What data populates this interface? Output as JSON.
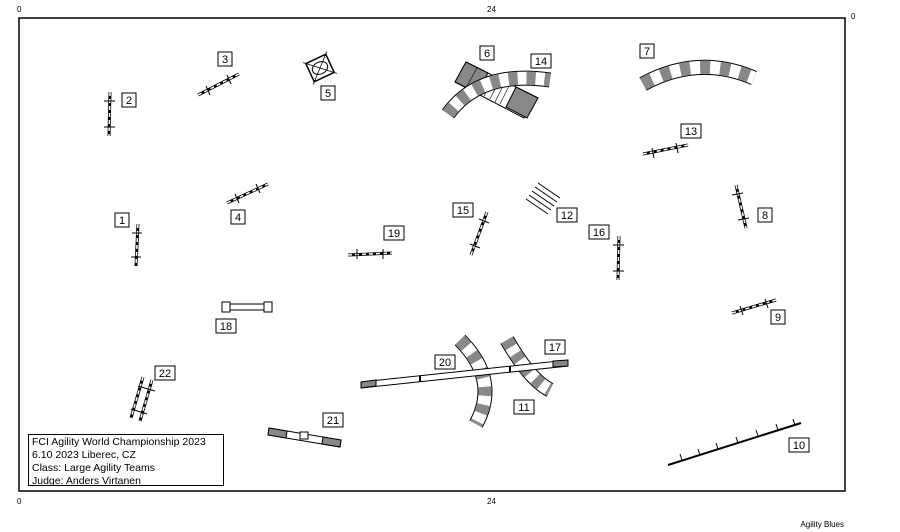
{
  "axis_labels": {
    "top_left": "0",
    "top_mid": "24",
    "top_right": "0",
    "bottom_left": "0",
    "bottom_mid": "24"
  },
  "info": {
    "line1": "FCI Agility World Championship 2023",
    "line2": "6.10 2023 Liberec, CZ",
    "line3": "Class: Large Agility Teams",
    "line4": "Judge: Anders Virtanen"
  },
  "brand": "Agility Blues",
  "obstacles": [
    {
      "num": "1"
    },
    {
      "num": "2"
    },
    {
      "num": "3"
    },
    {
      "num": "4"
    },
    {
      "num": "5"
    },
    {
      "num": "6"
    },
    {
      "num": "7"
    },
    {
      "num": "8"
    },
    {
      "num": "9"
    },
    {
      "num": "10"
    },
    {
      "num": "11"
    },
    {
      "num": "12"
    },
    {
      "num": "13"
    },
    {
      "num": "14"
    },
    {
      "num": "15"
    },
    {
      "num": "16"
    },
    {
      "num": "17"
    },
    {
      "num": "18"
    },
    {
      "num": "19"
    },
    {
      "num": "20"
    },
    {
      "num": "21"
    },
    {
      "num": "22"
    }
  ]
}
